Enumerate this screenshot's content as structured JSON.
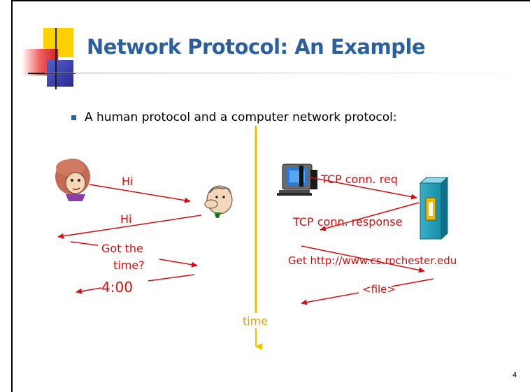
{
  "slide": {
    "title": "Network Protocol: An Example",
    "bullet": "A human protocol and a computer network protocol:",
    "page_number": "4"
  },
  "human_protocol": {
    "msg1": "Hi",
    "msg2": "Hi",
    "msg3_line1": "Got the",
    "msg3_line2": "time?",
    "msg4": "4:00"
  },
  "timeline": {
    "label": "time"
  },
  "network_protocol": {
    "msg1": "TCP conn. req",
    "msg2": "TCP conn. response",
    "msg3": "Get http://www.cs.rochester.edu",
    "msg4": "<file>"
  },
  "colors": {
    "title": "#2c5f9e",
    "arrows": "#d01010",
    "timeline": "#f0c000"
  },
  "icons": [
    "decorative-squares-icon",
    "woman-cartoon-icon",
    "man-cartoon-icon",
    "computer-icon",
    "server-icon"
  ]
}
